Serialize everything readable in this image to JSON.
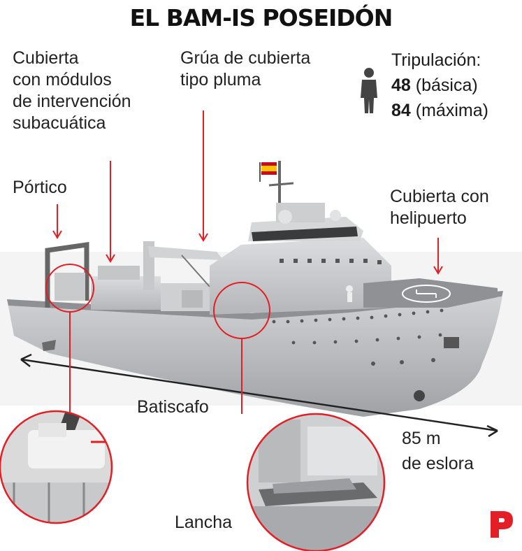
{
  "title": "EL BAM-IS POSEIDÓN",
  "labels": {
    "modules_line1": "Cubierta",
    "modules_line2": "con módulos",
    "modules_line3": "de intervención",
    "modules_line4": "subacuática",
    "crane_line1": "Grúa de cubierta",
    "crane_line2": "tipo pluma",
    "portico": "Pórtico",
    "helipad_line1": "Cubierta con",
    "helipad_line2": "helipuerto",
    "batiscafo": "Batiscafo",
    "length_line1": "85 m",
    "length_line2": "de eslora",
    "lancha": "Lancha"
  },
  "crew": {
    "heading": "Tripulación:",
    "basic_value": "48",
    "basic_label": "(básica)",
    "max_value": "84",
    "max_label": "(máxima)"
  },
  "colors": {
    "accent": "#e31e24",
    "hull": "#bfc0c2",
    "deck": "#a7a9ab",
    "text": "#222222"
  },
  "icons": [
    "person-icon",
    "spain-flag-icon",
    "publisher-logo-icon"
  ]
}
